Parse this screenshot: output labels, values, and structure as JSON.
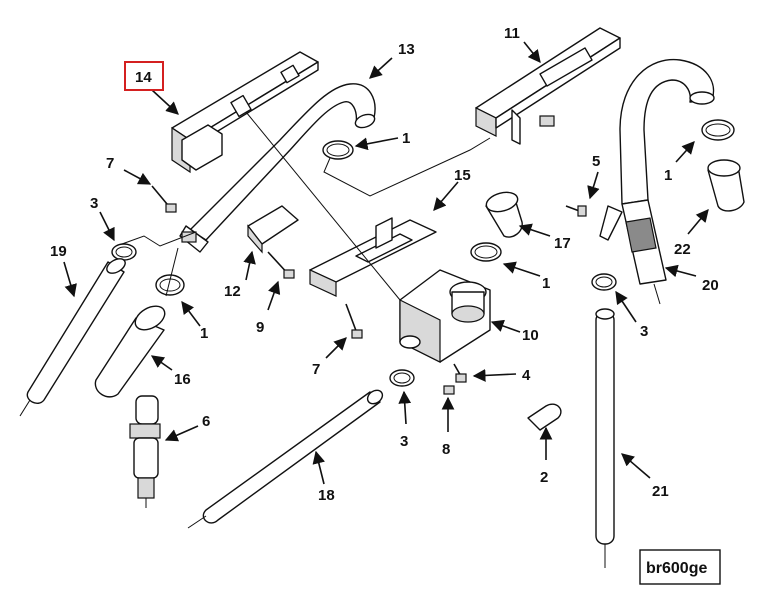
{
  "diagram": {
    "highlighted_callout": "14",
    "highlight_color": "#d42020",
    "reference_label": "br600ge",
    "callouts": [
      {
        "id": "c1a",
        "text": "1"
      },
      {
        "id": "c1b",
        "text": "1"
      },
      {
        "id": "c1c",
        "text": "1"
      },
      {
        "id": "c1d",
        "text": "1"
      },
      {
        "id": "c2",
        "text": "2"
      },
      {
        "id": "c3a",
        "text": "3"
      },
      {
        "id": "c3b",
        "text": "3"
      },
      {
        "id": "c3c",
        "text": "3"
      },
      {
        "id": "c4",
        "text": "4"
      },
      {
        "id": "c5",
        "text": "5"
      },
      {
        "id": "c6",
        "text": "6"
      },
      {
        "id": "c7a",
        "text": "7"
      },
      {
        "id": "c7b",
        "text": "7"
      },
      {
        "id": "c8",
        "text": "8"
      },
      {
        "id": "c9",
        "text": "9"
      },
      {
        "id": "c10",
        "text": "10"
      },
      {
        "id": "c11",
        "text": "11"
      },
      {
        "id": "c12",
        "text": "12"
      },
      {
        "id": "c13",
        "text": "13"
      },
      {
        "id": "c14",
        "text": "14"
      },
      {
        "id": "c15",
        "text": "15"
      },
      {
        "id": "c16",
        "text": "16"
      },
      {
        "id": "c17",
        "text": "17"
      },
      {
        "id": "c18",
        "text": "18"
      },
      {
        "id": "c19",
        "text": "19"
      },
      {
        "id": "c20",
        "text": "20"
      },
      {
        "id": "c21",
        "text": "21"
      },
      {
        "id": "c22",
        "text": "22"
      }
    ]
  }
}
